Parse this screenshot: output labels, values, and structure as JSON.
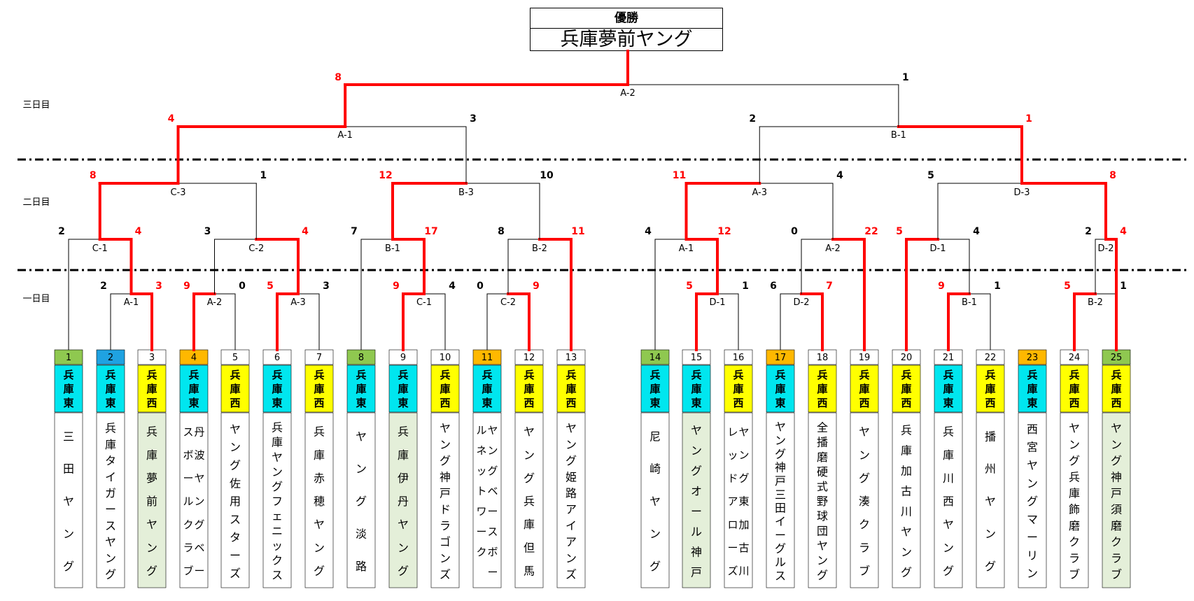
{
  "champion": {
    "header": "優勝",
    "name": "兵庫夢前ヤング"
  },
  "days": [
    "三日目",
    "二日目",
    "一日目"
  ],
  "colors": {
    "red": "#ff0000",
    "green": "#8fc850",
    "blue": "#1fa2e1",
    "orange": "#ffb800",
    "cyan": "#00e6ef",
    "yellow": "#ffff00",
    "pale": "#e4efd9"
  },
  "teams": [
    {
      "no": "1",
      "region": "兵庫東",
      "name": "三田ヤング",
      "nocolor": "green",
      "winner": false
    },
    {
      "no": "2",
      "region": "兵庫東",
      "name": "兵庫タイガースヤング",
      "nocolor": "blue",
      "winner": false
    },
    {
      "no": "3",
      "region": "兵庫西",
      "name": "兵庫夢前ヤング",
      "nocolor": "",
      "winner": true
    },
    {
      "no": "4",
      "region": "兵庫東",
      "name": "丹波ヤングベースボールクラブ",
      "nocolor": "orange",
      "winner": false
    },
    {
      "no": "5",
      "region": "兵庫西",
      "name": "ヤング佐用スターズ",
      "nocolor": "",
      "winner": false
    },
    {
      "no": "6",
      "region": "兵庫東",
      "name": "兵庫ヤングフェニックス",
      "nocolor": "",
      "winner": false
    },
    {
      "no": "7",
      "region": "兵庫西",
      "name": "兵庫赤穂ヤング",
      "nocolor": "",
      "winner": false
    },
    {
      "no": "8",
      "region": "兵庫東",
      "name": "ヤング淡路",
      "nocolor": "green",
      "winner": false
    },
    {
      "no": "9",
      "region": "兵庫東",
      "name": "兵庫伊丹ヤング",
      "nocolor": "",
      "winner": true
    },
    {
      "no": "10",
      "region": "兵庫西",
      "name": "ヤング神戸ドラゴンズ",
      "nocolor": "",
      "winner": false
    },
    {
      "no": "11",
      "region": "兵庫東",
      "name": "ヤングベースボールネットワーク",
      "nocolor": "orange",
      "winner": false
    },
    {
      "no": "12",
      "region": "兵庫西",
      "name": "ヤング兵庫但馬",
      "nocolor": "",
      "winner": false
    },
    {
      "no": "13",
      "region": "兵庫西",
      "name": "ヤング姫路アイアンズ",
      "nocolor": "",
      "winner": false
    },
    {
      "no": "14",
      "region": "兵庫東",
      "name": "尼崎ヤング",
      "nocolor": "green",
      "winner": false
    },
    {
      "no": "15",
      "region": "兵庫東",
      "name": "ヤングオール神戸",
      "nocolor": "",
      "winner": true
    },
    {
      "no": "16",
      "region": "兵庫西",
      "name": "ヤング東加古川レッドアローズ",
      "nocolor": "",
      "winner": false
    },
    {
      "no": "17",
      "region": "兵庫東",
      "name": "ヤング神戸三田イーグルス",
      "nocolor": "orange",
      "winner": false
    },
    {
      "no": "18",
      "region": "兵庫西",
      "name": "全播磨硬式野球団ヤング",
      "nocolor": "",
      "winner": false
    },
    {
      "no": "19",
      "region": "兵庫西",
      "name": "ヤング湊クラブ",
      "nocolor": "",
      "winner": false
    },
    {
      "no": "20",
      "region": "兵庫西",
      "name": "兵庫加古川ヤング",
      "nocolor": "",
      "winner": false
    },
    {
      "no": "21",
      "region": "兵庫東",
      "name": "兵庫川西ヤング",
      "nocolor": "",
      "winner": false
    },
    {
      "no": "22",
      "region": "兵庫西",
      "name": "播州ヤング",
      "nocolor": "",
      "winner": false
    },
    {
      "no": "23",
      "region": "兵庫東",
      "name": "西宮ヤングマーリン",
      "nocolor": "orange",
      "winner": false
    },
    {
      "no": "24",
      "region": "兵庫西",
      "name": "ヤング兵庫飾磨クラブ",
      "nocolor": "",
      "winner": false
    },
    {
      "no": "25",
      "region": "兵庫西",
      "name": "ヤング神戸須磨クラブ",
      "nocolor": "green",
      "winner": true
    }
  ],
  "day1_matches": [
    {
      "label": "A-1",
      "left": "2",
      "right": "3"
    },
    {
      "label": "A-2",
      "left": "9",
      "right": "0"
    },
    {
      "label": "A-3",
      "left": "5",
      "right": "3"
    },
    {
      "label": "C-1",
      "left": "9",
      "right": "4"
    },
    {
      "label": "C-2",
      "left": "0",
      "right": "9"
    },
    {
      "label": "D-1",
      "left": "5",
      "right": "1"
    },
    {
      "label": "D-2",
      "left": "6",
      "right": "7"
    },
    {
      "label": "B-1",
      "left": "9",
      "right": "1"
    },
    {
      "label": "B-2",
      "left": "5",
      "right": "1"
    }
  ],
  "day2_matches": [
    {
      "label": "C-1",
      "left": "2",
      "right": "4"
    },
    {
      "label": "C-2",
      "left": "3",
      "right": "4"
    },
    {
      "label": "B-1",
      "left": "7",
      "right": "17"
    },
    {
      "label": "B-2",
      "left": "8",
      "right": "11"
    },
    {
      "label": "A-1",
      "left": "4",
      "right": "12"
    },
    {
      "label": "A-2",
      "left": "0",
      "right": "22"
    },
    {
      "label": "D-1",
      "left": "5",
      "right": "4"
    },
    {
      "label": "D-2",
      "left": "2",
      "right": "4"
    }
  ],
  "qf_matches": [
    {
      "label": "C-3",
      "left": "8",
      "right": "1"
    },
    {
      "label": "B-3",
      "left": "12",
      "right": "10"
    },
    {
      "label": "A-3",
      "left": "11",
      "right": "4"
    },
    {
      "label": "D-3",
      "left": "5",
      "right": "8"
    }
  ],
  "sf_matches": [
    {
      "label": "A-1",
      "left": "4",
      "right": "3"
    },
    {
      "label": "B-1",
      "left": "2",
      "right": "1"
    }
  ],
  "final_match": {
    "label": "A-2",
    "left": "8",
    "right": "1"
  }
}
